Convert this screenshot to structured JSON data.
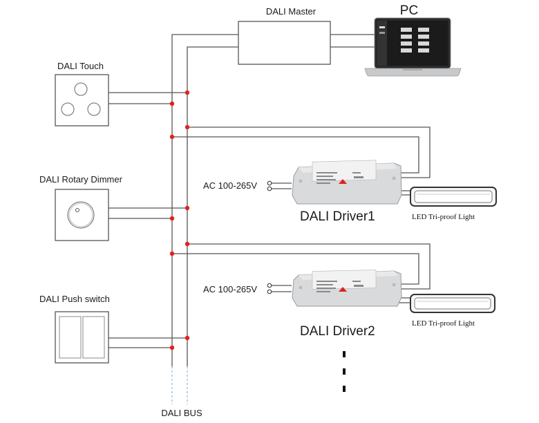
{
  "labels": {
    "pc": "PC",
    "dali_master": "DALI Master",
    "dali_touch": "DALI Touch",
    "dali_rotary_dimmer": "DALI Rotary Dimmer",
    "dali_push_switch": "DALI Push switch",
    "dali_bus": "DALI BUS",
    "ac_input_1": "AC 100-265V",
    "ac_input_2": "AC 100-265V",
    "driver_1": "DALI Driver1",
    "driver_2": "DALI Driver2",
    "led_light_1": "LED Tri-proof Light",
    "led_light_2": "LED Tri-proof Light"
  },
  "colors": {
    "wire": "#555555",
    "junction": "#e0231f",
    "driver_body": "#d9dadb",
    "driver_label": "#f2f2f2",
    "laptop_screen": "#222222",
    "laptop_body": "#c8c9cb"
  },
  "icons": [
    "laptop-icon",
    "touch-panel-icon",
    "rotary-dimmer-icon",
    "push-switch-icon",
    "led-driver-icon",
    "led-tube-icon"
  ]
}
